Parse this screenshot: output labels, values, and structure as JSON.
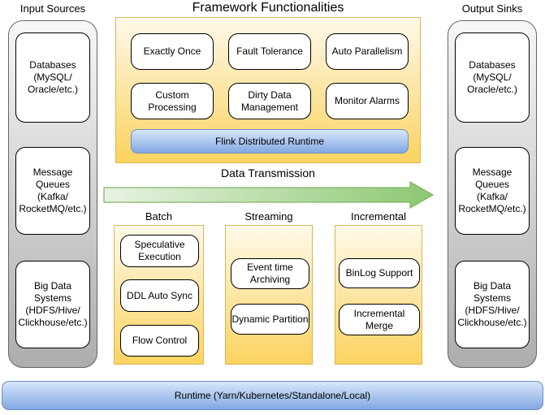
{
  "colors": {
    "yellow_container_top": "#FEF9EA",
    "yellow_container_bottom": "#FBD35F",
    "yellow_border": "#D6B656",
    "blue_bar_top": "#D8E7FB",
    "blue_bar_bottom": "#82A8E2",
    "blue_border": "#6C8EBF",
    "gray_container_top": "#F7F7F7",
    "gray_container_bottom": "#ADADAD",
    "gray_border": "#666666",
    "green_arrow_light": "#E9F3E3",
    "green_arrow_dark": "#8CC871",
    "green_border": "#82B366"
  },
  "input_sources": {
    "title": "Input Sources",
    "items": [
      {
        "label": "Databases\n(MySQL/\nOracle/etc.)"
      },
      {
        "label": "Message\nQueues\n(Kafka/\nRocketMQ/etc.)"
      },
      {
        "label": "Big Data\nSystems\n(HDFS/Hive/\nClickhouse/etc.)"
      }
    ]
  },
  "output_sinks": {
    "title": "Output Sinks",
    "items": [
      {
        "label": "Databases\n(MySQL/\nOracle/etc.)"
      },
      {
        "label": "Message\nQueues\n(Kafka/\nRocketMQ/etc.)"
      },
      {
        "label": "Big Data\nSystems\n(HDFS/Hive/\nClickhouse/etc.)"
      }
    ]
  },
  "framework": {
    "title": "Framework Functionalities",
    "features": [
      {
        "label": "Exactly Once"
      },
      {
        "label": "Fault Tolerance"
      },
      {
        "label": "Auto Parallelism"
      },
      {
        "label": "Custom\nProcessing"
      },
      {
        "label": "Dirty Data\nManagement"
      },
      {
        "label": "Monitor Alarms"
      }
    ],
    "runtime_bar": "Flink Distributed Runtime"
  },
  "transmission": {
    "label": "Data Transmission"
  },
  "modes": [
    {
      "title": "Batch",
      "items": [
        {
          "label": "Speculative\nExecution"
        },
        {
          "label": "DDL Auto Sync"
        },
        {
          "label": "Flow Control"
        }
      ]
    },
    {
      "title": "Streaming",
      "items": [
        {
          "label": "Event time\nArchiving"
        },
        {
          "label": "Dynamic Partition"
        }
      ]
    },
    {
      "title": "Incremental",
      "items": [
        {
          "label": "BinLog Support"
        },
        {
          "label": "Incremental\nMerge"
        }
      ]
    }
  ],
  "runtime": {
    "label": "Runtime (Yarn/Kubernetes/Standalone/Local)"
  }
}
